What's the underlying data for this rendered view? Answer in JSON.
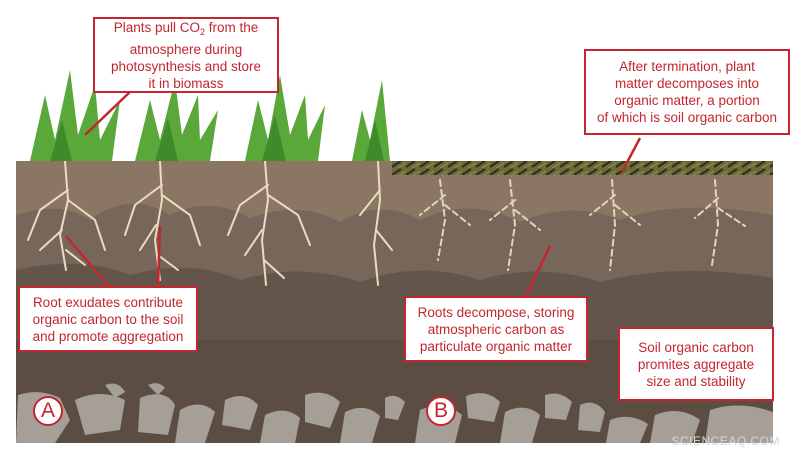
{
  "figure": {
    "panels": [
      {
        "id": "A",
        "label": "A",
        "state": "living cover crop"
      },
      {
        "id": "B",
        "label": "B",
        "state": "after termination"
      }
    ],
    "callouts": {
      "photosynthesis": {
        "text_before_sub": "Plants pull CO",
        "sub": "2",
        "text_after_sub": " from the\natmosphere during\nphotosynthesis and store\nit in biomass"
      },
      "termination": {
        "text": "After termination, plant\nmatter decomposes into\norganic matter, a portion\nof which is soil organic carbon"
      },
      "root_exudates": {
        "text": "Root exudates contribute\norganic carbon to the soil\nand promote aggregation"
      },
      "roots_decompose": {
        "text": "Roots decompose, storing\natmospheric carbon as\nparticulate organic matter"
      },
      "soc_aggregate": {
        "text": "Soil organic carbon\npromites aggregate\nsize and stability"
      }
    },
    "watermark": "SCIENCEAQ.COM",
    "colors": {
      "accent_red": "#c3262f",
      "grass_green": "#5aa83a",
      "topsoil": "#8a7663",
      "mid_soil": "#6f5f50",
      "deep_soil": "#5b4d41",
      "rock": "#a59f98",
      "root": "#e9dcc0",
      "litter_layer": "#4d4a2b"
    }
  }
}
